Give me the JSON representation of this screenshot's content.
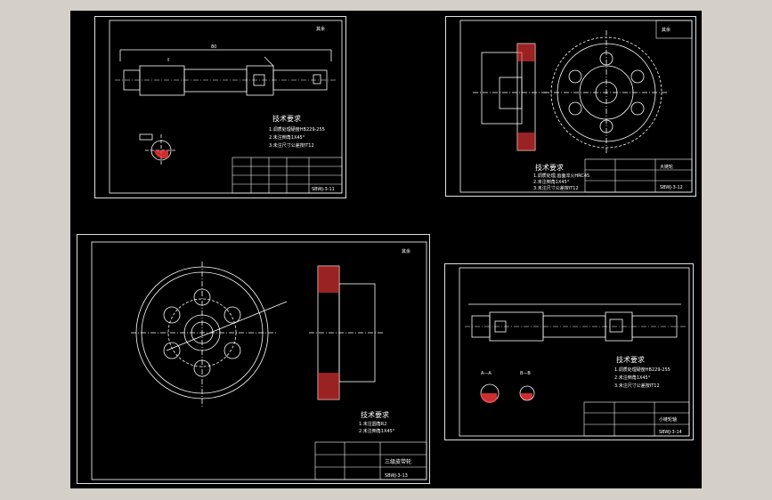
{
  "colors": {
    "background": "#000000",
    "line": "#ffffff",
    "hatch": "#ff3b3b",
    "center": "#ffffff",
    "app_bg": "#d4d0c8"
  },
  "sheet1": {
    "corner_mark": "其余",
    "notes_title": "技术要求",
    "notes": [
      "1.调质处理硬度HB229-255",
      "2.未注倒角1X45°",
      "3.未注尺寸公差按IT12"
    ],
    "dim_top": "80",
    "drawing_no": "SBWJ-3-11"
  },
  "sheet2": {
    "corner_mark": "其余",
    "notes_title": "技术要求",
    "notes": [
      "1.调质处理,齿面淬火HRC45",
      "2.未注倒角1X45°",
      "3.未注尺寸公差按IT12"
    ],
    "part_name": "大链轮",
    "drawing_no": "SBWJ-3-12"
  },
  "sheet3": {
    "corner_mark": "其余",
    "notes_title": "技术要求",
    "notes": [
      "1.未注圆角R2",
      "2.未注倒角1X45°"
    ],
    "part_name": "三级皮带轮",
    "drawing_no": "SBWJ-3-13"
  },
  "sheet4": {
    "section_a": "A—A",
    "section_b": "B—B",
    "notes_title": "技术要求",
    "notes": [
      "1.调质处理硬度HB229-255",
      "2.未注倒角1X45°",
      "3.未注尺寸公差按IT12"
    ],
    "part_name": "小链轮轴",
    "drawing_no": "SBWJ-3-14"
  }
}
